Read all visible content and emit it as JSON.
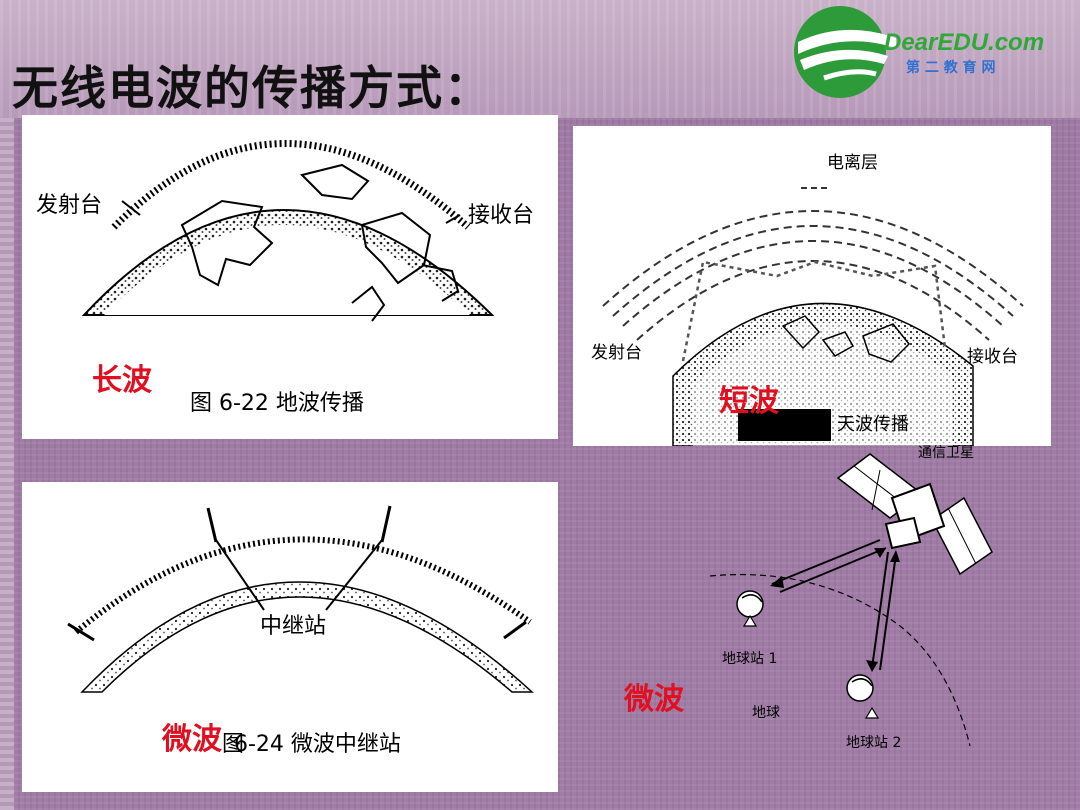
{
  "slide": {
    "title": "无线电波的传播方式：",
    "logo": {
      "wordmark": "DearEDU.com",
      "tagline": "第 二 教 育 网",
      "brand_color": "#2e9b3a"
    }
  },
  "figure_ground_wave": {
    "transmitter": "发射台",
    "receiver": "接收台",
    "caption": "图 6-22  地波传播",
    "band_label": "长波"
  },
  "figure_sky_wave": {
    "ionosphere": "电离层",
    "transmitter": "发射台",
    "receiver": "接收台",
    "caption": "天波传播",
    "band_label": "短波"
  },
  "figure_relay": {
    "relay_station": "中继站",
    "caption": "6-24  微波中继站",
    "caption_prefix": "图",
    "band_label": "微波"
  },
  "figure_satellite": {
    "satellite": "通信卫星",
    "station1": "地球站 1",
    "station2": "地球站 2",
    "earth": "地球",
    "band_label": "微波"
  },
  "colors": {
    "highlight_red": "#e01020",
    "background": "#a37fa8"
  }
}
